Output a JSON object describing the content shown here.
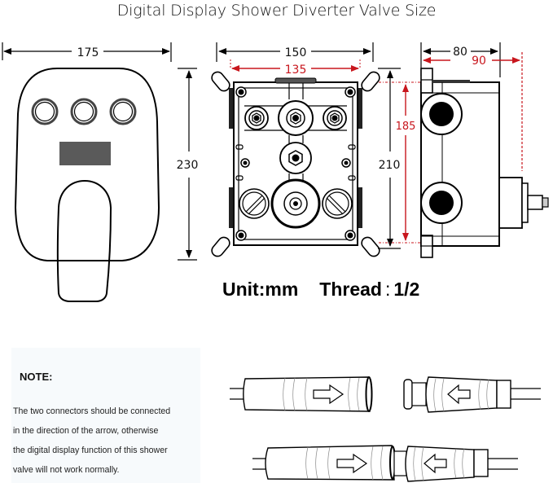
{
  "title": "Digital Display Shower Diverter Valve Size",
  "dimensions": {
    "front_width": "175",
    "front_height": "230",
    "box_width": "150",
    "box_inner_width": "135",
    "box_height": "210",
    "box_inner_height": "185",
    "side_depth": "80",
    "side_depth_max": "90"
  },
  "colors": {
    "line": "#000000",
    "red_dim": "#c8161d",
    "display": "#5a5a5a",
    "note_bg": "#f7fafc"
  },
  "units": {
    "unit_label": "Unit:mm",
    "thread_label": "Thread",
    "thread_sep": ":",
    "thread_value": "1/2"
  },
  "note": {
    "heading": "NOTE:",
    "lines": [
      "The two connectors should be connected",
      "in the direction of the arrow, otherwise",
      "the digital display function of this shower",
      "valve  will not work normally."
    ]
  },
  "connectors": {
    "separated_left_arrow": "arrow-right",
    "separated_right_arrow": "arrow-left",
    "joined_left_arrow": "arrow-right",
    "joined_right_arrow": "arrow-left"
  }
}
